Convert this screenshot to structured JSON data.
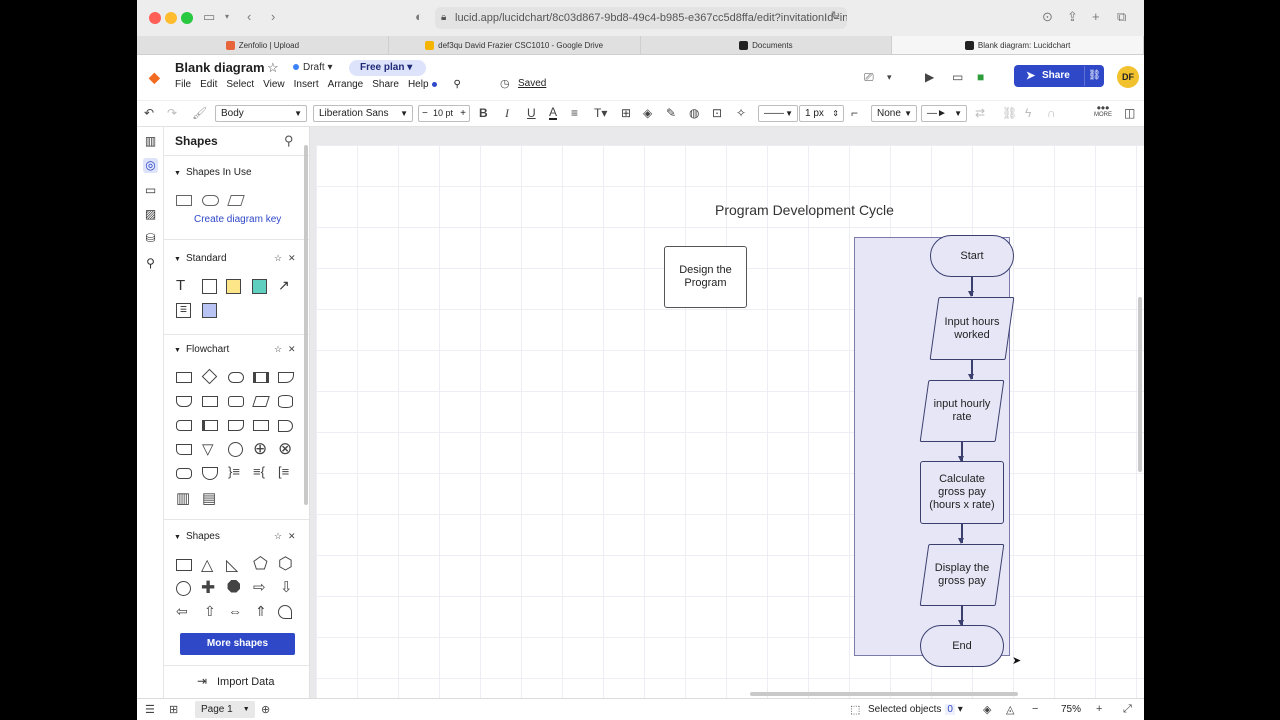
{
  "browser": {
    "url": "lucid.app/lucidchart/8c03d867-9bd8-49c4-b985-e367cc5d8ffa/edit?invitationId=inv",
    "tabs": [
      {
        "label": "Zenfolio | Upload",
        "color": "#e8643a"
      },
      {
        "label": "def3qu David Frazier CSC1010 - Google Drive",
        "color": "#f4b400"
      },
      {
        "label": "Documents",
        "color": "#222222"
      },
      {
        "label": "Blank diagram: Lucidchart",
        "color": "#222222"
      }
    ]
  },
  "header": {
    "title": "Blank diagram",
    "status": "Draft",
    "plan": "Free plan",
    "menu": [
      "File",
      "Edit",
      "Select",
      "View",
      "Insert",
      "Arrange",
      "Share",
      "Help"
    ],
    "saved": "Saved",
    "share_label": "Share",
    "avatar_initials": "DF"
  },
  "toolbar": {
    "style": "Body",
    "font": "Liberation Sans",
    "font_size": "10 pt",
    "line_width": "1 px",
    "arrow_start": "None",
    "more_label": "MORE"
  },
  "panel": {
    "title": "Shapes",
    "sections": [
      "Shapes In Use",
      "Standard",
      "Flowchart",
      "Shapes"
    ],
    "create_key": "Create diagram key",
    "more_shapes": "More shapes",
    "import_data": "Import Data"
  },
  "diagram": {
    "title": "Program Development Cycle",
    "design_box": "Design the Program",
    "flow": [
      "Start",
      "Input hours worked",
      "input hourly rate",
      "Calculate gross pay (hours x rate)",
      "Display the gross pay",
      "End"
    ]
  },
  "footer": {
    "page": "Page 1",
    "selected_label": "Selected objects",
    "selected_count": "0",
    "zoom": "75%"
  }
}
